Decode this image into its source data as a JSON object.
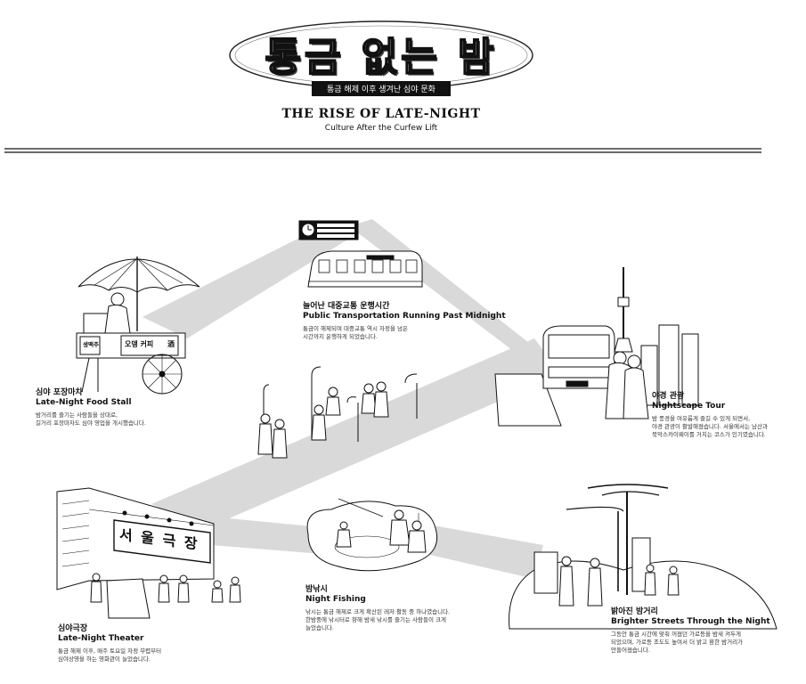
{
  "header": {
    "title_kr": "통금 없는 밤",
    "subtitle_kr": "통금 해제 이후 생겨난 심야 문화",
    "title_en": "THE RISE OF LATE-NIGHT",
    "subtitle_en": "Culture After the Curfew Lift"
  },
  "illustration_text": {
    "theater_sign": "서 울 극 장",
    "stall_sign_1": "생맥주",
    "stall_sign_2": "오뎅 커피",
    "stall_sign_3": "酒"
  },
  "sections": {
    "transport": {
      "title_kr": "늘어난 대중교통 운행시간",
      "title_en": "Public Transportation Running Past Midnight",
      "body": "통금이 해제되며 대중교통 역시 자정을 넘은\n시간까지 운행하게 되었습니다."
    },
    "food_stall": {
      "title_kr": "심야 포장마차",
      "title_en": "Late-Night Food Stall",
      "body": "밤거리를 즐기는 사람들을 상대로,\n길거리 포장마차도 심야 영업을 개시했습니다."
    },
    "nightscape": {
      "title_kr": "야경 관광",
      "title_en": "Nightscape Tour",
      "body": "밤 풍경을 여유롭게 즐길 수 있게 되면서,\n야경 관광이 활발해졌습니다. 서울에서는 남산과\n북악스카이웨이를 거치는 코스가 인기였습니다."
    },
    "fishing": {
      "title_kr": "밤낚시",
      "title_en": "Night Fishing",
      "body": "낚시는 통금 해제로 크게 확산된 레저 활동 중 하나였습니다.\n한밤중에 낚시터로 향해 밤새 낚시를 즐기는 사람들이 크게\n늘었습니다."
    },
    "theater": {
      "title_kr": "심야극장",
      "title_en": "Late-Night Theater",
      "body": "통금 해제 이후, 매주 토요일 자정 무렵부터\n심야상영을 하는 영화관이 늘었습니다."
    },
    "streets": {
      "title_kr": "밝아진 밤거리",
      "title_en": "Brighter Streets Through the Night",
      "body": "그동안 통금 시간에 맞춰 꺼졌던 가로등을 밤새 켜두게\n되었으며, 가로등 조도도 높여서 더 밝고 환한 밤거리가\n만들어졌습니다."
    }
  },
  "colors": {
    "ink": "#111111",
    "path_gray": "#d9d9d9",
    "muted": "#555555"
  }
}
